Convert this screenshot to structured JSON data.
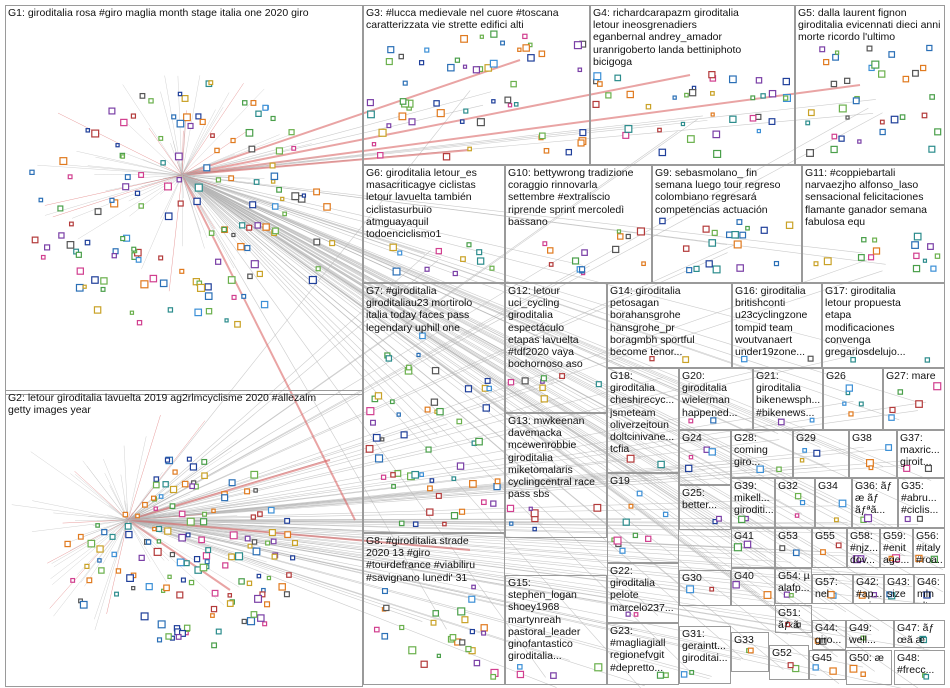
{
  "graph": {
    "edge_colors": {
      "light": "#b5b5b5",
      "strong": "#d85a5a"
    },
    "groups": [
      {
        "id": "G1",
        "label": "G1: giroditalia rosa #giro maglia month stage italia one 2020 giro"
      },
      {
        "id": "G2",
        "label": "G2: letour giroditalia lavuelta 2019 ag2rlmcyclisme 2020 #allezalm\ngetty images year"
      },
      {
        "id": "G3",
        "label": "G3: #lucca medievale nel cuore #toscana\ncaratterizzata vie strette edifici alti"
      },
      {
        "id": "G4",
        "label": "G4: richardcarapazm giroditalia\nletour ineosgrenadiers\neganbernal andrey_amador\nuranrigoberto landa bettiniphoto\nbicigoga"
      },
      {
        "id": "G5",
        "label": "G5: dalla laurent fignon\ngiroditalia evicennati dieci anni\nmorte ricordo l'ultimo"
      },
      {
        "id": "G6",
        "label": "G6: giroditalia letour_es\nmasacriticagye ciclistas\nletour lavuelta también\nciclistasurbuio\natmguayaquil\ntodoenciclismo1"
      },
      {
        "id": "G10",
        "label": "G10: bettywrong tradizione\ncoraggio rinnovarla\nsettembre #extraliscio\nriprende sprint mercoledì\nbassano"
      },
      {
        "id": "G9",
        "label": "G9: sebasmolano_ fin\nsemana luego tour regreso\ncolombiano regresará\ncompetencias actuación"
      },
      {
        "id": "G11",
        "label": "G11: #coppiebartali\nnarvaezjho alfonso_laso\nsensacional felicitaciones\nflamante ganador semana\nfabulosa equ"
      },
      {
        "id": "G12",
        "label": "G12: letour\nuci_cycling\ngiroditalia\nespectáculo\netapas lavuelta\n#tdf2020 vaya\nbochornoso aso"
      },
      {
        "id": "G14",
        "label": "G14: giroditalia\npetosagan\nborahansgrohe\nhansgrohe_pr\nboragmbh sportful\nbecome tenor..."
      },
      {
        "id": "G16",
        "label": "G16: giroditalia\nbritishconti\nu23cyclingzone\ntompid team\nwoutvanaert\nunder19zone..."
      },
      {
        "id": "G17",
        "label": "G17: giroditalia\nletour propuesta\netapa\nmodificaciones\nconvenga\ngregariosdelujo..."
      },
      {
        "id": "G7",
        "label": "G7: #giroditalia\ngiroditaliau23 mortirolo\nitalia today faces pass\nlegendary uphill one"
      },
      {
        "id": "G18",
        "label": "G18:\ngiroditalia\ncheshirecyc...\njsmeteam\noliverzeitoun\ndoltcinivane...\ntcfia"
      },
      {
        "id": "G20",
        "label": "G20:\ngiroditalia\nwielerman\nhappened..."
      },
      {
        "id": "G21",
        "label": "G21:\ngiroditalia\nbikenewsph...\n#bikenews..."
      },
      {
        "id": "G26",
        "label": "G26"
      },
      {
        "id": "G27",
        "label": "G27: mare"
      },
      {
        "id": "G13",
        "label": "G13: mwkeenan\ndavemacka\nmcewenrobbie\ngiroditalia\nmiketomalaris\ncyclingcentral race\npass sbs"
      },
      {
        "id": "G24",
        "label": "G24"
      },
      {
        "id": "G28",
        "label": "G28:\ncoming\ngiro..."
      },
      {
        "id": "G29",
        "label": "G29"
      },
      {
        "id": "G38",
        "label": "G38"
      },
      {
        "id": "G37",
        "label": "G37:\nmaxric...\ngiroit..."
      },
      {
        "id": "G19",
        "label": "G19"
      },
      {
        "id": "G39",
        "label": "G39:\nmikell...\ngiroditi..."
      },
      {
        "id": "G32",
        "label": "G32"
      },
      {
        "id": "G34",
        "label": "G34"
      },
      {
        "id": "G36",
        "label": "G36: ãƒ\næ ãƒ\nãƒªã..."
      },
      {
        "id": "G35",
        "label": "G35:\n#abru...\n#ciclis..."
      },
      {
        "id": "G25",
        "label": "G25:\nbetter..."
      },
      {
        "id": "G8",
        "label": "G8: #giroditalia strade\n2020 13 #giro\n#tourdefrance #viabiliru\n#savignano lunedi' 31"
      },
      {
        "id": "G41",
        "label": "G41"
      },
      {
        "id": "G53",
        "label": "G53"
      },
      {
        "id": "G55",
        "label": "G55"
      },
      {
        "id": "G58",
        "label": "G58:\n#njz...\ndov..."
      },
      {
        "id": "G59",
        "label": "G59:\n#enit\nage..."
      },
      {
        "id": "G56",
        "label": "G56:\n#italy\n#roa..."
      },
      {
        "id": "G15",
        "label": "G15:\nstephen_logan\nshoey1968\nmartynreah\npastoral_leader\nginofantastico\ngiroditalia..."
      },
      {
        "id": "G22",
        "label": "G22:\ngiroditalia\npelote\nmarcelo237..."
      },
      {
        "id": "G30",
        "label": "G30"
      },
      {
        "id": "G40",
        "label": "G40"
      },
      {
        "id": "G54",
        "label": "G54: µ\nalafp..."
      },
      {
        "id": "G57",
        "label": "G57:\nnel"
      },
      {
        "id": "G42",
        "label": "G42:\n#ap...\narriv..."
      },
      {
        "id": "G43",
        "label": "G43:\nsize"
      },
      {
        "id": "G46",
        "label": "G46:\nmln\noltr..."
      },
      {
        "id": "G51",
        "label": "G51:\nãƒ‹ã"
      },
      {
        "id": "G44",
        "label": "G44:\ngiro..."
      },
      {
        "id": "G49",
        "label": "G49:\nwell..."
      },
      {
        "id": "G47",
        "label": "G47: ãƒ\nœã æ"
      },
      {
        "id": "G23",
        "label": "G23:\n#magliagiall\nregionefvgit\n#depretto..."
      },
      {
        "id": "G31",
        "label": "G31:\ngeraintt...\ngiroditai..."
      },
      {
        "id": "G33",
        "label": "G33"
      },
      {
        "id": "G52",
        "label": "G52"
      },
      {
        "id": "G45",
        "label": "G45"
      },
      {
        "id": "G50",
        "label": "G50: æ"
      },
      {
        "id": "G48",
        "label": "G48:\n#frecc..."
      }
    ]
  }
}
